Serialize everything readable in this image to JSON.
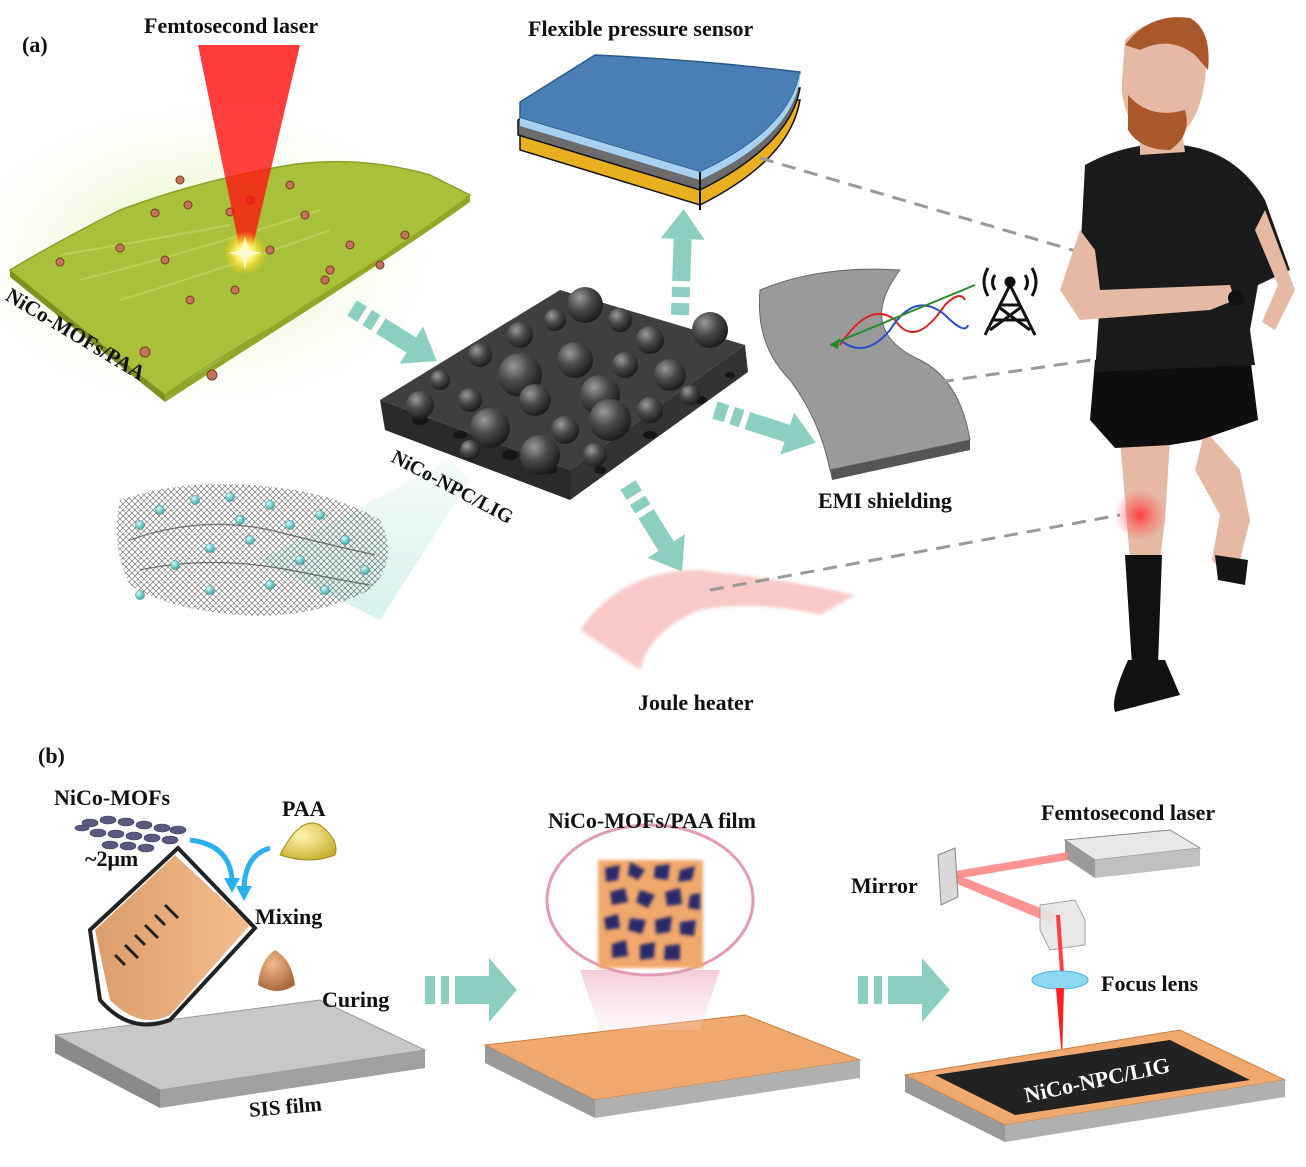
{
  "panel_a": {
    "tag": "(a)",
    "femtosecond_laser": "Femtosecond laser",
    "flexible_pressure_sensor": "Flexible pressure sensor",
    "nico_mofs_paa": "NiCo-MOFs/PAA",
    "nico_npc_lig": "NiCo-NPC/LIG",
    "emi_shielding": "EMI shielding",
    "joule_heater": "Joule heater"
  },
  "panel_b": {
    "tag": "(b)",
    "nico_mofs": "NiCo-MOFs",
    "size": "~2μm",
    "paa": "PAA",
    "mixing": "Mixing",
    "curing": "Curing",
    "sis_film": "SIS film",
    "film_label": "NiCo-MOFs/PAA film",
    "femtosecond_laser": "Femtosecond laser",
    "mirror": "Mirror",
    "focus_lens": "Focus lens",
    "nico_npc_lig": "NiCo-NPC/LIG"
  },
  "colors": {
    "arrow": "#8ccfc0",
    "laser_red": "#ff1a1a",
    "film_green": "#a9c13a",
    "carbon_dark": "#3a3a3a",
    "film_orange": "#f0a86c",
    "heater_pink": "#f7b8b8",
    "sensor_blue": "#4a7fb5",
    "sensor_gold": "#e8b020"
  }
}
